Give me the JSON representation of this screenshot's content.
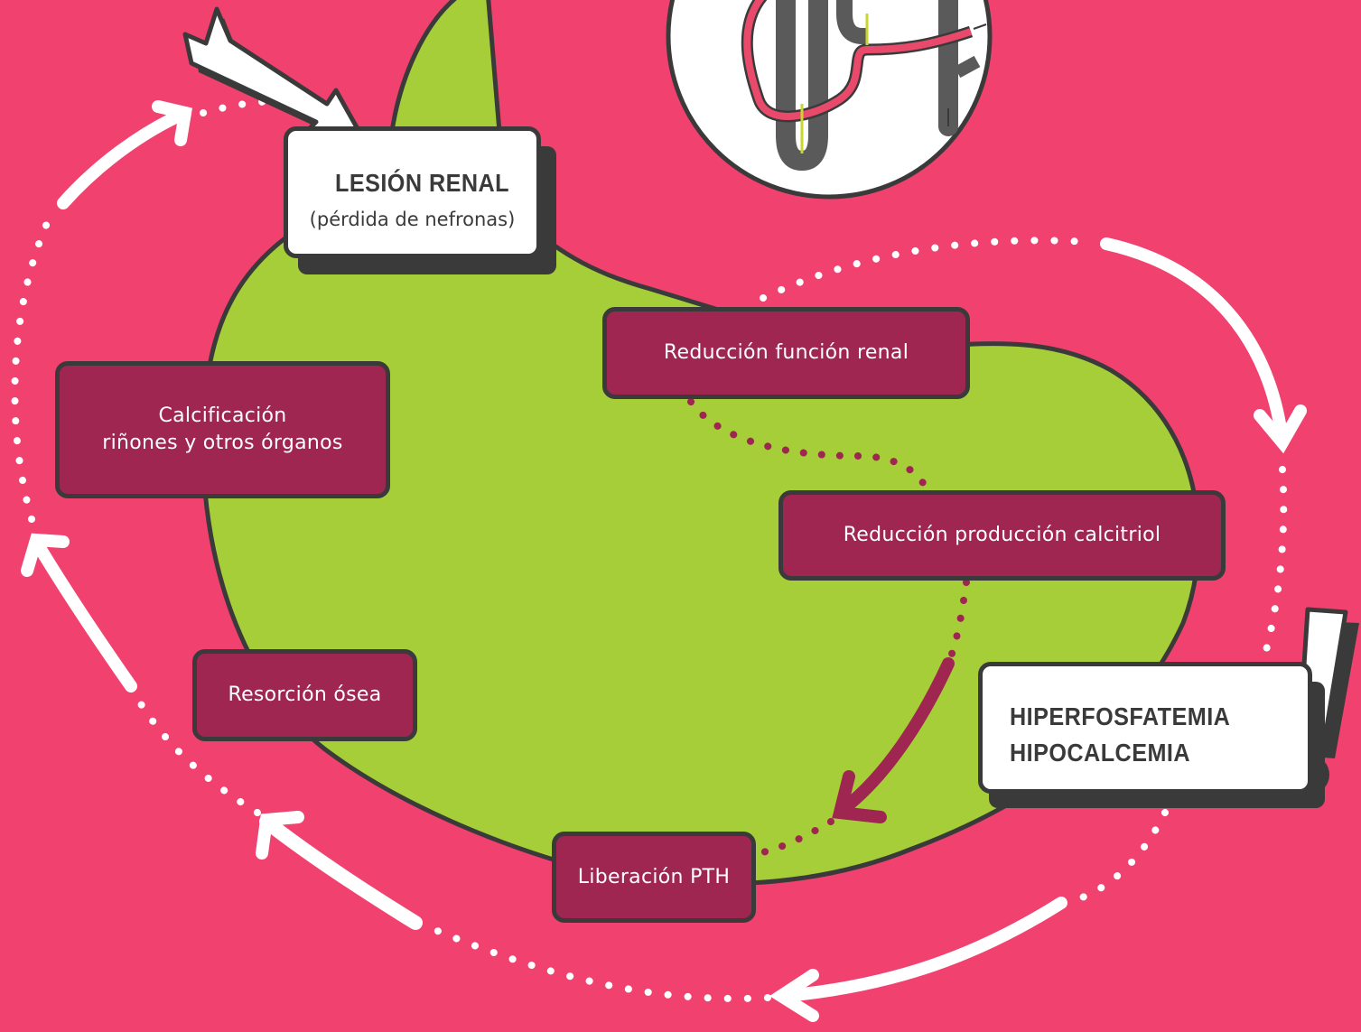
{
  "colors": {
    "background": "#f0416f",
    "kidney": "#a6ce39",
    "box_fill": "#9e2650",
    "outline": "#3a3a3a",
    "white": "#ffffff"
  },
  "callouts": {
    "lesion_title": "LESIÓN RENAL",
    "lesion_subtitle": "(pérdida de nefronas)",
    "alert_line1": "HIPERFOSFATEMIA",
    "alert_line2": "HIPOCALCEMIA"
  },
  "steps": {
    "reduccion_funcion": "Reducción función renal",
    "reduccion_calcitriol": "Reducción producción calcitriol",
    "liberacion_pth": "Liberación PTH",
    "resorcion_osea": "Resorción ósea",
    "calcificacion_line1": "Calcificación",
    "calcificacion_line2": "riñones y otros órganos"
  },
  "icons": [
    "lightning-arrow-icon",
    "exclamation-icon",
    "nephron-icon"
  ]
}
